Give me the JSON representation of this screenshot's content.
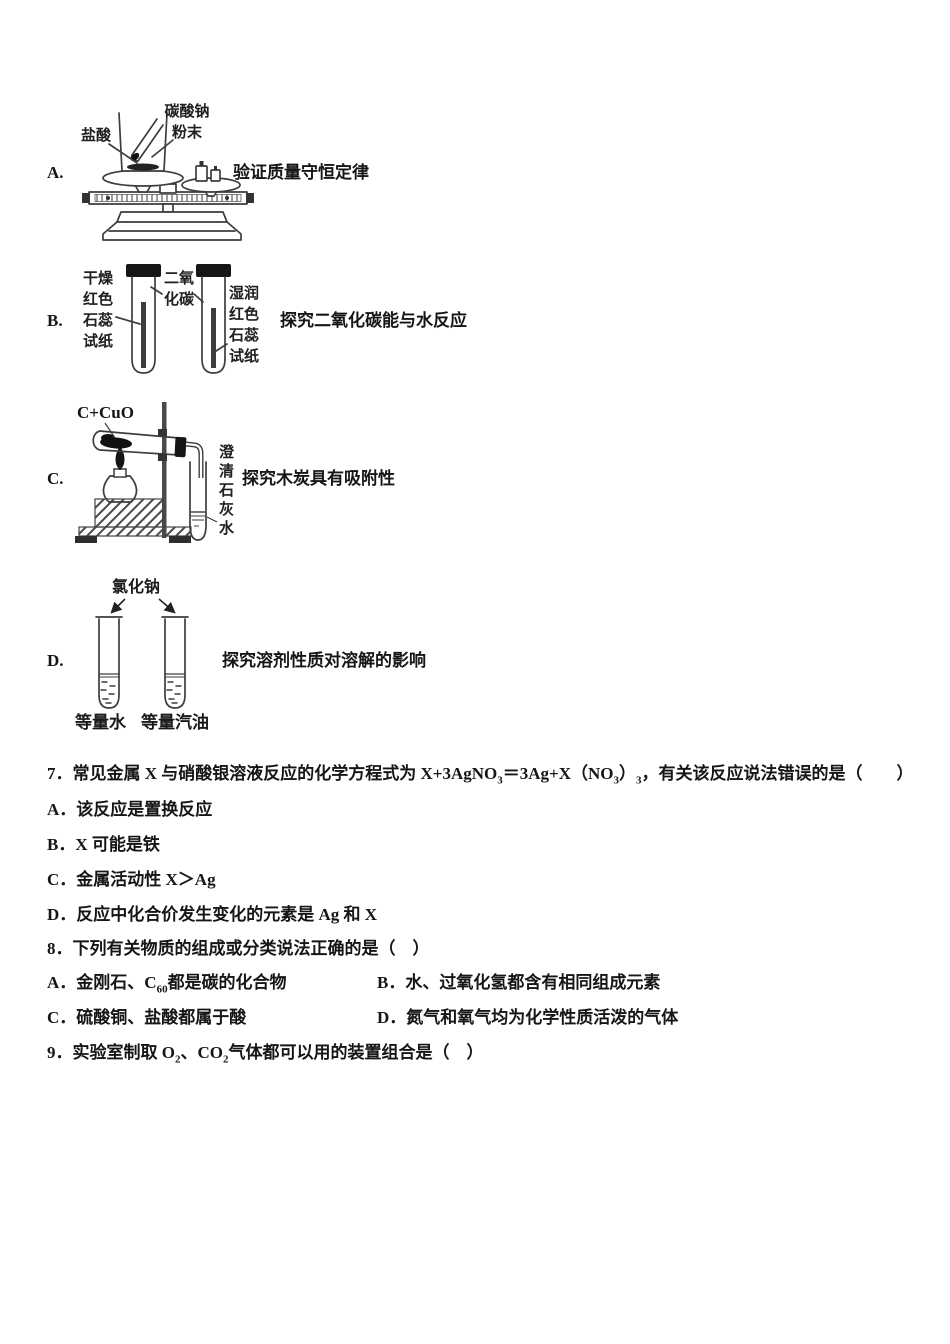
{
  "page": {
    "background": "#ffffff",
    "ink": "#161616"
  },
  "experiments": {
    "a": {
      "letter": "A.",
      "caption": "验证质量守恒定律",
      "labels": {
        "hcl": "盐酸",
        "na2co3": "碳酸钠\n粉末"
      }
    },
    "b": {
      "letter": "B.",
      "caption": "探究二氧化碳能与水反应",
      "labels": {
        "dry": "干燥\n红色\n石蕊\n试纸",
        "co2": "二氧\n化碳",
        "moist": "湿润\n红色\n石蕊\n试纸"
      }
    },
    "c": {
      "letter": "C.",
      "caption": "探究木炭具有吸附性",
      "labels": {
        "reactants": "C+CuO",
        "limewater": "澄\n清\n石\n灰\n水"
      }
    },
    "d": {
      "letter": "D.",
      "caption": "探究溶剂性质对溶解的影响",
      "labels": {
        "nacl": "氯化钠",
        "water": "等量水",
        "gasoline": "等量汽油"
      }
    }
  },
  "questions": {
    "q7": {
      "stem": {
        "t1": "7．常见金属 X 与硝酸银溶液反应的化学方程式为 X+3AgNO",
        "s1": "3",
        "t2": "＝3Ag+X（NO",
        "s2": "3",
        "t3": "）",
        "s3": "3",
        "t4": "，有关该反应说法错误的是（　　）"
      },
      "a": "A．该反应是置换反应",
      "b": "B．X 可能是铁",
      "c": "C．金属活动性 X＞Ag",
      "d": "D．反应中化合价发生变化的元素是 Ag 和 X"
    },
    "q8": {
      "stem": "8．下列有关物质的组成或分类说法正确的是（　）",
      "a": {
        "t1": "A．金刚石、C",
        "s1": "60",
        "t2": "都是碳的化合物"
      },
      "b": "B．水、过氧化氢都含有相同组成元素",
      "c": "C．硫酸铜、盐酸都属于酸",
      "d": "D．氮气和氧气均为化学性质活泼的气体"
    },
    "q9": {
      "stem": {
        "t1": "9．实验室制取 O",
        "s1": "2",
        "t2": "、CO",
        "s2": "2",
        "t3": "气体都可以用的装置组合是（　）"
      }
    }
  }
}
